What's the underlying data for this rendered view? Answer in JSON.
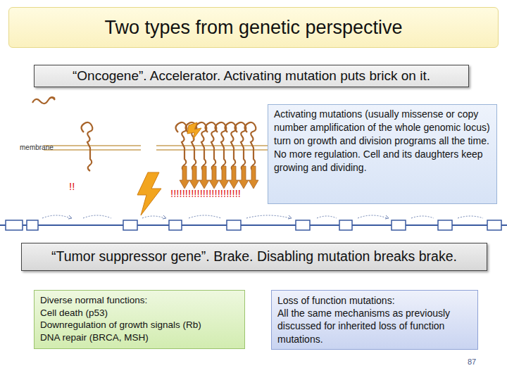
{
  "diagram": {
    "title": "Two types from genetic perspective",
    "nodes": [
      {
        "text": [
          "“Oncogene”. Accelerator. Activating mutation puts brick on it."
        ]
      },
      {
        "text": [
          "Activating mutations (usually missense or copy number amplification of the whole genomic locus) turn on growth and division programs all the time. No more regulation. Cell and its daughters keep growing and dividing."
        ]
      },
      {
        "text": [
          "“Tumor suppressor gene”. Brake. Disabling mutation breaks brake."
        ]
      },
      {
        "text": [
          "Diverse normal functions:",
          "Cell death (p53)",
          "Downregulation of growth signals (Rb)",
          "DNA repair (BRCA, MSH)"
        ]
      },
      {
        "text": [
          "Loss of function mutations:",
          "All the same mechanisms as previously discussed for inherited loss of function mutations."
        ]
      }
    ],
    "labels": [
      "membrane",
      "!!",
      "!!!!!!!!!!!!!!!!!!!!!!!!",
      "87"
    ]
  }
}
